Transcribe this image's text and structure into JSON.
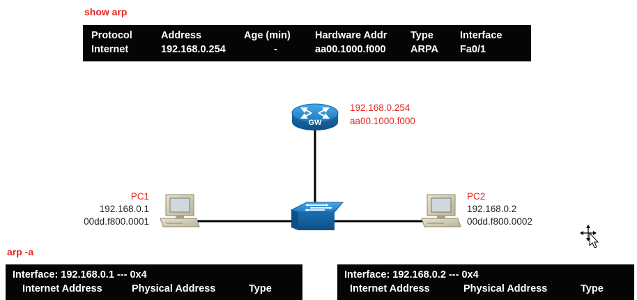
{
  "show_arp": {
    "command": "show arp",
    "headers": [
      "Protocol",
      "Address",
      "Age (min)",
      "Hardware Addr",
      "Type",
      "Interface"
    ],
    "row": [
      "Internet",
      "192.168.0.254",
      "-",
      "aa00.1000.f000",
      "ARPA",
      "Fa0/1"
    ]
  },
  "gateway": {
    "label": "GW",
    "ip": "192.168.0.254",
    "mac": "aa00.1000.f000"
  },
  "pc1": {
    "name": "PC1",
    "ip": "192.168.0.1",
    "mac": "00dd.f800.0001"
  },
  "pc2": {
    "name": "PC2",
    "ip": "192.168.0.2",
    "mac": "00dd.f800.0002"
  },
  "arp_a": {
    "command": "arp -a",
    "pc1_table": {
      "interface_line": "Interface: 192.168.0.1 --- 0x4",
      "headers": [
        "Internet Address",
        "Physical Address",
        "Type"
      ]
    },
    "pc2_table": {
      "interface_line": "Interface: 192.168.0.2 --- 0x4",
      "headers": [
        "Internet Address",
        "Physical Address",
        "Type"
      ]
    }
  },
  "colors": {
    "accent_red": "#e8231f",
    "device_blue": "#1d7fc4",
    "terminal_bg": "#050505"
  }
}
